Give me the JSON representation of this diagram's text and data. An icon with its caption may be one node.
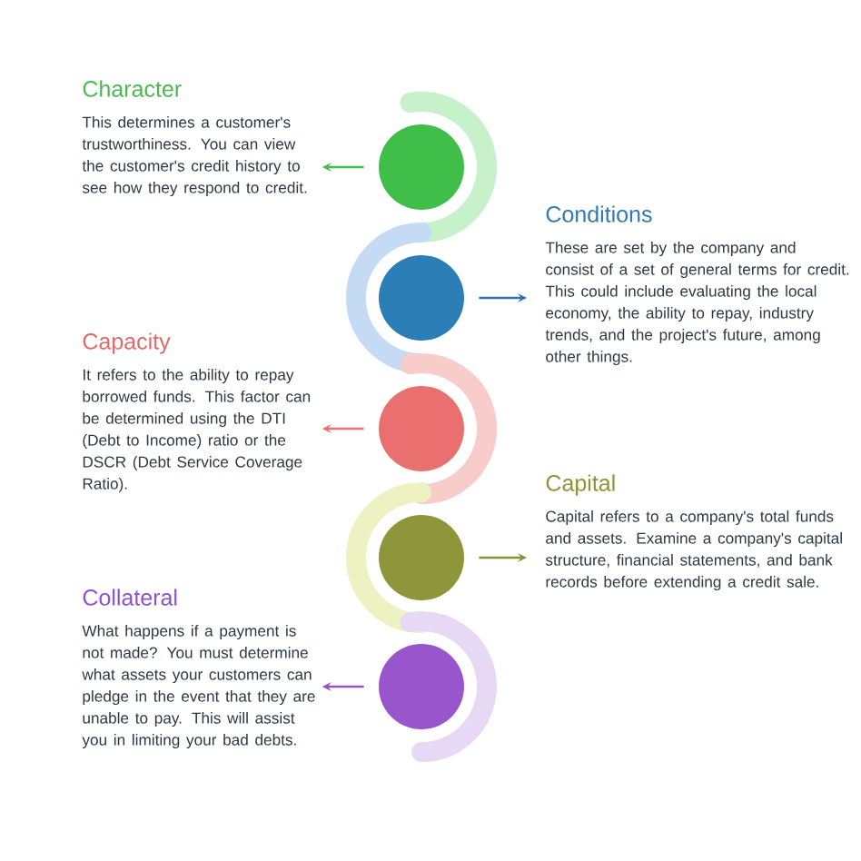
{
  "diagram": {
    "nodes": [
      {
        "text": [
          "Character",
          "This determines a customer's trustworthiness. You can view the customer's credit history to see how they respond to credit."
        ]
      },
      {
        "text": [],
        "shape": "circle"
      },
      {
        "text": [],
        "shape": "circle"
      },
      {
        "text": [
          "Conditions",
          "These are set by the company and consist of a set of general terms for credit. This could include evaluating the local economy, the ability to repay, industry trends, and the project's future, among other things."
        ]
      },
      {
        "text": [
          "Capacity",
          "It refers to the ability to repay borrowed funds. This factor can be determined using the DTI (Debt to Income) ratio or the DSCR (Debt Service Coverage Ratio)."
        ]
      },
      {
        "text": [],
        "shape": "circle"
      },
      {
        "text": [],
        "shape": "circle"
      },
      {
        "text": [
          "Capital",
          "Capital refers to a company's total funds and assets. Examine a company's capital structure, financial statements, and bank records before extending a credit sale."
        ]
      },
      {
        "text": [
          "Collateral",
          "What happens if a payment is not made? You must determine what assets your customers can pledge in the event that they are unable to pay. This will assist you in limiting your bad debts."
        ]
      },
      {
        "text": [],
        "shape": "circle"
      }
    ],
    "edges": [
      {
        "from": 1,
        "to": 0,
        "arrow": "to",
        "color": "#3fbf4a"
      },
      {
        "from": 2,
        "to": 3,
        "arrow": "to",
        "color": "#2e72b0"
      },
      {
        "from": 5,
        "to": 4,
        "arrow": "to",
        "color": "#e8706f"
      },
      {
        "from": 6,
        "to": 7,
        "arrow": "to",
        "color": "#8a9135"
      },
      {
        "from": 9,
        "to": 8,
        "arrow": "to",
        "color": "#9652cc"
      }
    ]
  }
}
